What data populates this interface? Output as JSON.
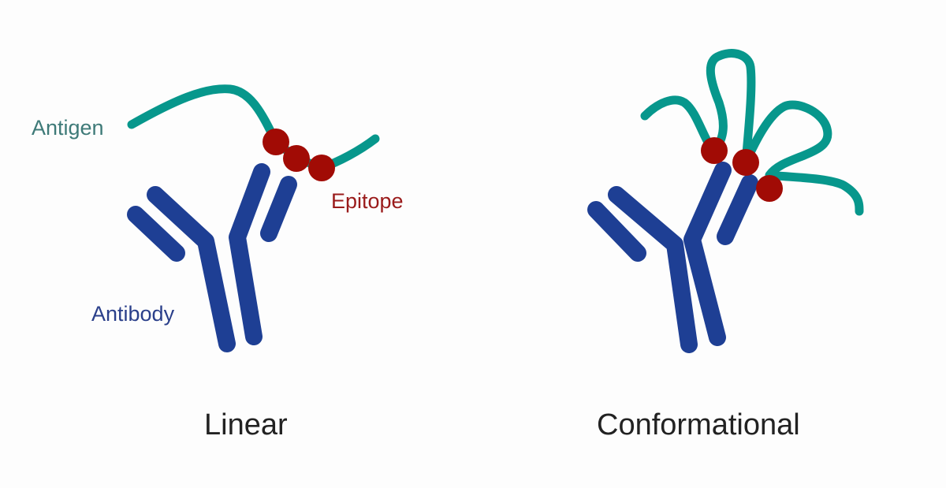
{
  "colors": {
    "antibody": "#1e3f94",
    "antigen": "#07978c",
    "epitope": "#a10b05",
    "antigen_label": "#3e7a78",
    "epitope_label": "#9a1b1b",
    "antibody_label": "#2a3f8a",
    "caption": "#222222"
  },
  "panels": [
    {
      "caption": "Linear",
      "labels": {
        "antigen": "Antigen",
        "epitope": "Epitope",
        "antibody": "Antibody"
      }
    },
    {
      "caption": "Conformational"
    }
  ]
}
